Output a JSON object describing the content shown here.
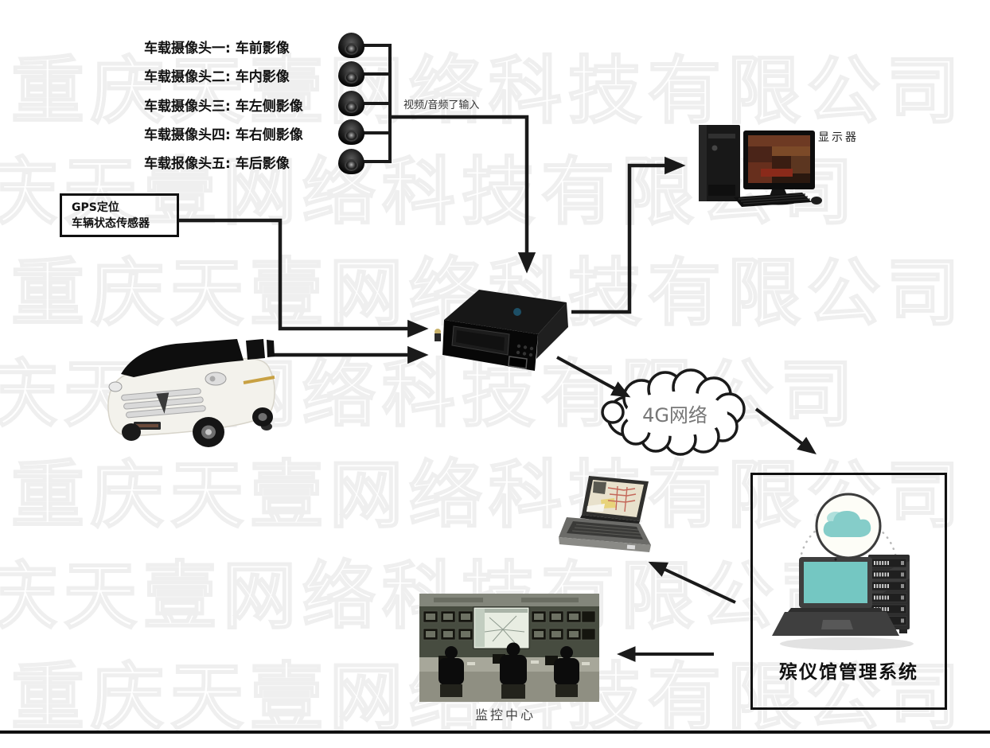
{
  "watermark": {
    "text": "重庆天壹网络科技有限公司"
  },
  "cameras": {
    "items": [
      "车载摄像头一: 车前影像",
      "车载摄像头二: 车内影像",
      "车载摄像头三: 车左侧影像",
      "车载摄像头四: 车右侧影像",
      "车载报像头五: 车后影像"
    ],
    "bus_label": "视频/音频了输入"
  },
  "gps_box": {
    "line1": "GPS定位",
    "line2": "车辆状态传感器"
  },
  "display": {
    "label": "显示器"
  },
  "network": {
    "label": "4G网络"
  },
  "management": {
    "label": "殡仪馆管理系统"
  },
  "monitoring": {
    "caption": "监控中心"
  },
  "colors": {
    "line": "#1a1a1a",
    "teal": "#85cdc9",
    "gold_stripe": "#c8a143",
    "network_text": "#777777",
    "watermark_stroke": "#efefef"
  }
}
